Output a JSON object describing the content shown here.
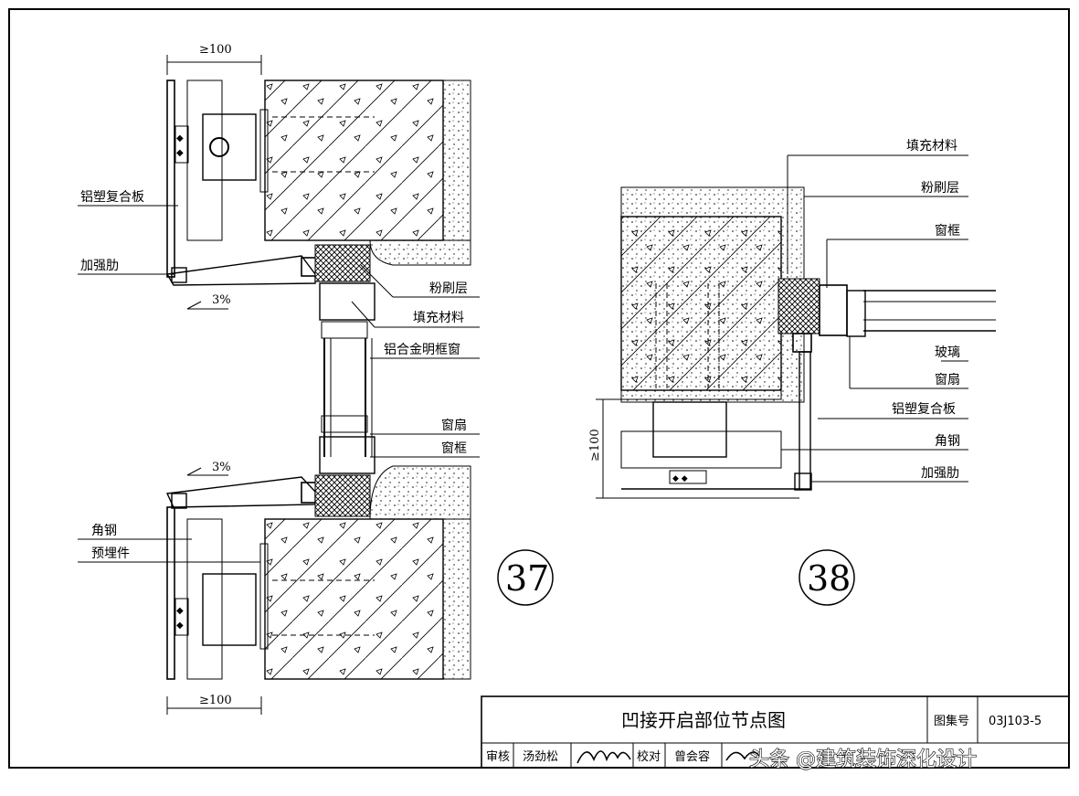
{
  "detail37": {
    "number": "37",
    "dim_top": "≥100",
    "dim_bottom": "≥100",
    "slope_top": "3%",
    "slope_bottom": "3%",
    "labels": {
      "composite_panel": "铝塑复合板",
      "stiffener": "加强肋",
      "plaster": "粉刷层",
      "filler": "填充材料",
      "window": "铝合金明框窗",
      "sash": "窗扇",
      "frame": "窗框",
      "angle_steel": "角钢",
      "embedded": "预埋件"
    }
  },
  "detail38": {
    "number": "38",
    "dim_side": "≥100",
    "labels": {
      "filler": "填充材料",
      "plaster": "粉刷层",
      "frame": "窗框",
      "glass": "玻璃",
      "sash": "窗扇",
      "composite_panel": "铝塑复合板",
      "angle_steel": "角钢",
      "stiffener": "加强肋"
    }
  },
  "title_block": {
    "title": "凹接开启部位节点图",
    "atlas_label": "图集号",
    "atlas_no": "03J103-5",
    "review_label": "审核",
    "reviewer": "汤劲松",
    "check_label": "校对",
    "checker": "曾会容"
  },
  "watermark": "头条 @建筑装饰深化设计"
}
